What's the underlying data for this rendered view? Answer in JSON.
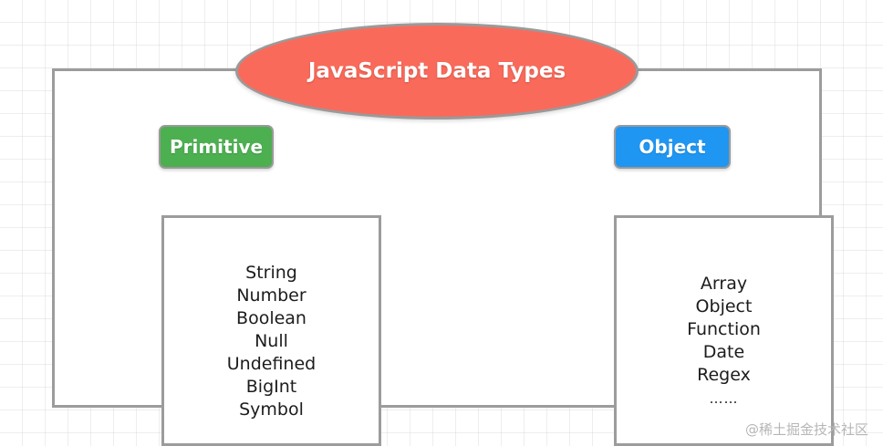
{
  "diagram": {
    "title": "JavaScript Data Types",
    "watermark": "@稀土掘金技术社区",
    "colors": {
      "title_fill": "#fa6a5a",
      "primitive_fill": "#4caf50",
      "object_fill": "#1f96f2",
      "border": "#9c9c9c",
      "text": "#1c1c1c",
      "label_text": "#ffffff",
      "watermark_text": "#b6b6b6",
      "grid": "#c8c8cd"
    },
    "branches": [
      {
        "label": "Primitive",
        "items": [
          "String",
          "Number",
          "Boolean",
          "Null",
          "Undefined",
          "BigInt",
          "Symbol"
        ]
      },
      {
        "label": "Object",
        "items": [
          "Array",
          "Object",
          "Function",
          "Date",
          "Regex",
          "……"
        ]
      }
    ]
  }
}
